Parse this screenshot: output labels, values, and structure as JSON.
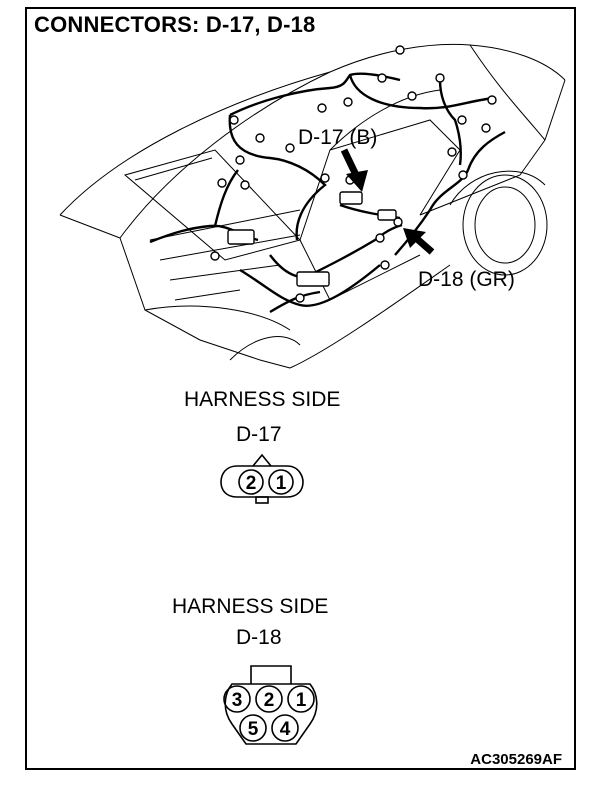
{
  "title": "CONNECTORS: D-17, D-18",
  "callouts": {
    "d17": "D-17 (B)",
    "d18": "D-18 (GR)"
  },
  "connector_d17": {
    "side_label": "HARNESS SIDE",
    "name": "D-17",
    "pins": [
      "2",
      "1"
    ]
  },
  "connector_d18": {
    "side_label": "HARNESS SIDE",
    "name": "D-18",
    "pins_top": [
      "3",
      "2",
      "1"
    ],
    "pins_bottom": [
      "5",
      "4"
    ]
  },
  "figure_code": "AC305269AF",
  "colors": {
    "line": "#000000",
    "background": "#ffffff"
  }
}
